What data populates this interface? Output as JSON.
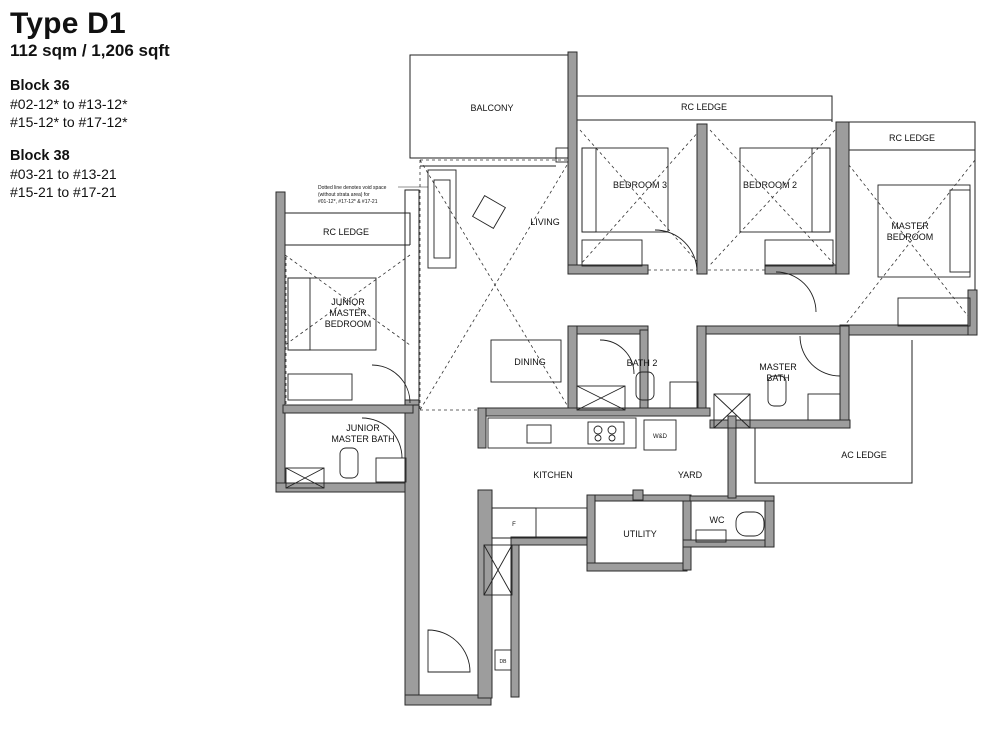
{
  "unit_type": {
    "title": "Type D1",
    "area": "112 sqm / 1,206 sqft"
  },
  "blocks": [
    {
      "name": "Block 36",
      "ranges": [
        "#02-12* to #13-12*",
        "#15-12* to #17-12*"
      ]
    },
    {
      "name": "Block 38",
      "ranges": [
        "#03-21 to #13-21",
        "#15-21 to #17-21"
      ]
    }
  ],
  "rooms": {
    "balcony": "BALCONY",
    "rc_ledge_top": "RC LEDGE",
    "rc_ledge_right": "RC LEDGE",
    "rc_ledge_left": "RC LEDGE",
    "living": "LIVING",
    "bedroom3": "BEDROOM 3",
    "bedroom2": "BEDROOM 2",
    "master_bedroom": [
      "MASTER",
      "BEDROOM"
    ],
    "junior_master_bedroom": [
      "JUNIOR",
      "MASTER",
      "BEDROOM"
    ],
    "dining": "DINING",
    "bath2": "BATH 2",
    "master_bath": [
      "MASTER",
      "BATH"
    ],
    "junior_master_bath": [
      "JUNIOR",
      "MASTER BATH"
    ],
    "kitchen": "KITCHEN",
    "yard": "YARD",
    "ac_ledge": "AC LEDGE",
    "utility": "UTILITY",
    "wc": "WC",
    "wd": "W&D",
    "fridge": "F",
    "db": "DB"
  },
  "void_note": [
    "Dotted line denotes void space",
    "(without strata area) for",
    "#01-12*, #17-12* & #17-21"
  ],
  "colors": {
    "wall_fill": "#9d9d9d",
    "wall_stroke": "#2a2a2a",
    "line": "#222222"
  }
}
